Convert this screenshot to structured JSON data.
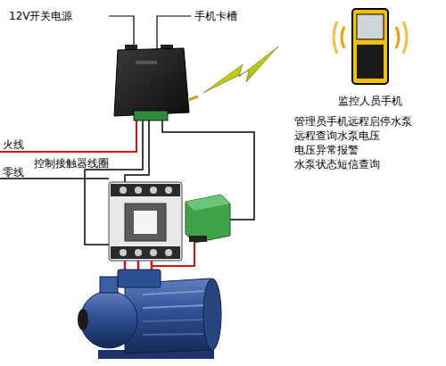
{
  "diagram": {
    "nodes": [
      {
        "text": [
          "监控人员手机"
        ]
      }
    ],
    "labels": [
      "12V开关电源",
      "手机卡槽",
      "管理员手机远程启停水泵",
      "远程查询水泵电压",
      "电压异常报警",
      "水泵状态短信查询",
      "火线",
      "控制接触器线圈",
      "零线"
    ]
  }
}
